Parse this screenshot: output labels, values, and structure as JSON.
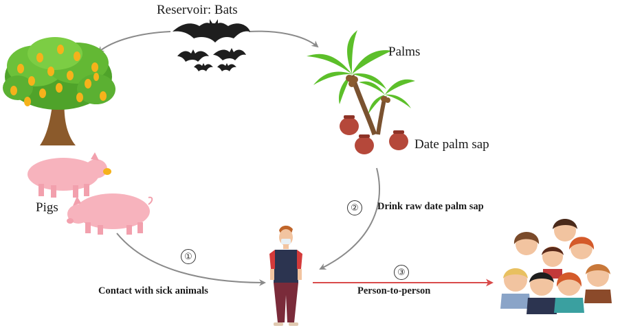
{
  "title": "Reservoir: Bats",
  "nodes": {
    "palms": "Palms",
    "date_palm_sap": "Date palm sap",
    "pigs": "Pigs"
  },
  "routes": [
    {
      "number": "①",
      "label": "Contact with sick animals"
    },
    {
      "number": "②",
      "label": "Drink raw date palm sap"
    },
    {
      "number": "③",
      "label": "Person-to-person"
    }
  ],
  "colors": {
    "arrow_gray": "#8a8a8a",
    "arrow_red": "#d94a4a",
    "bat": "#1e1e1e",
    "leaf_green": "#5cbf2a",
    "trunk": "#8b5a2b",
    "pig_pink": "#f7b3bd",
    "pot": "#b5483a",
    "mango": "#f5b21b"
  },
  "icons": [
    "bat-icon",
    "mango-tree-icon",
    "palm-tree-icon",
    "clay-pot-icon",
    "pig-icon",
    "person-icon",
    "crowd-icon"
  ]
}
